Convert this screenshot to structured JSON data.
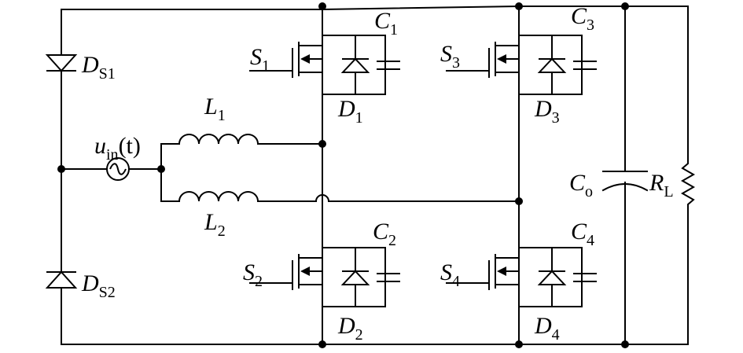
{
  "labels": {
    "ds1": {
      "main": "D",
      "sub": "S1"
    },
    "ds2": {
      "main": "D",
      "sub": "S2"
    },
    "uin": {
      "main": "u",
      "sub": "in",
      "tail": "(t)"
    },
    "l1": {
      "main": "L",
      "sub": "1"
    },
    "l2": {
      "main": "L",
      "sub": "2"
    },
    "s1": {
      "main": "S",
      "sub": "1"
    },
    "s2": {
      "main": "S",
      "sub": "2"
    },
    "s3": {
      "main": "S",
      "sub": "3"
    },
    "s4": {
      "main": "S",
      "sub": "4"
    },
    "c1": {
      "main": "C",
      "sub": "1"
    },
    "c2": {
      "main": "C",
      "sub": "2"
    },
    "c3": {
      "main": "C",
      "sub": "3"
    },
    "c4": {
      "main": "C",
      "sub": "4"
    },
    "d1": {
      "main": "D",
      "sub": "1"
    },
    "d2": {
      "main": "D",
      "sub": "2"
    },
    "d3": {
      "main": "D",
      "sub": "3"
    },
    "d4": {
      "main": "D",
      "sub": "4"
    },
    "co": {
      "main": "C",
      "sub": "o"
    },
    "rl": {
      "main": "R",
      "sub": "L"
    }
  }
}
